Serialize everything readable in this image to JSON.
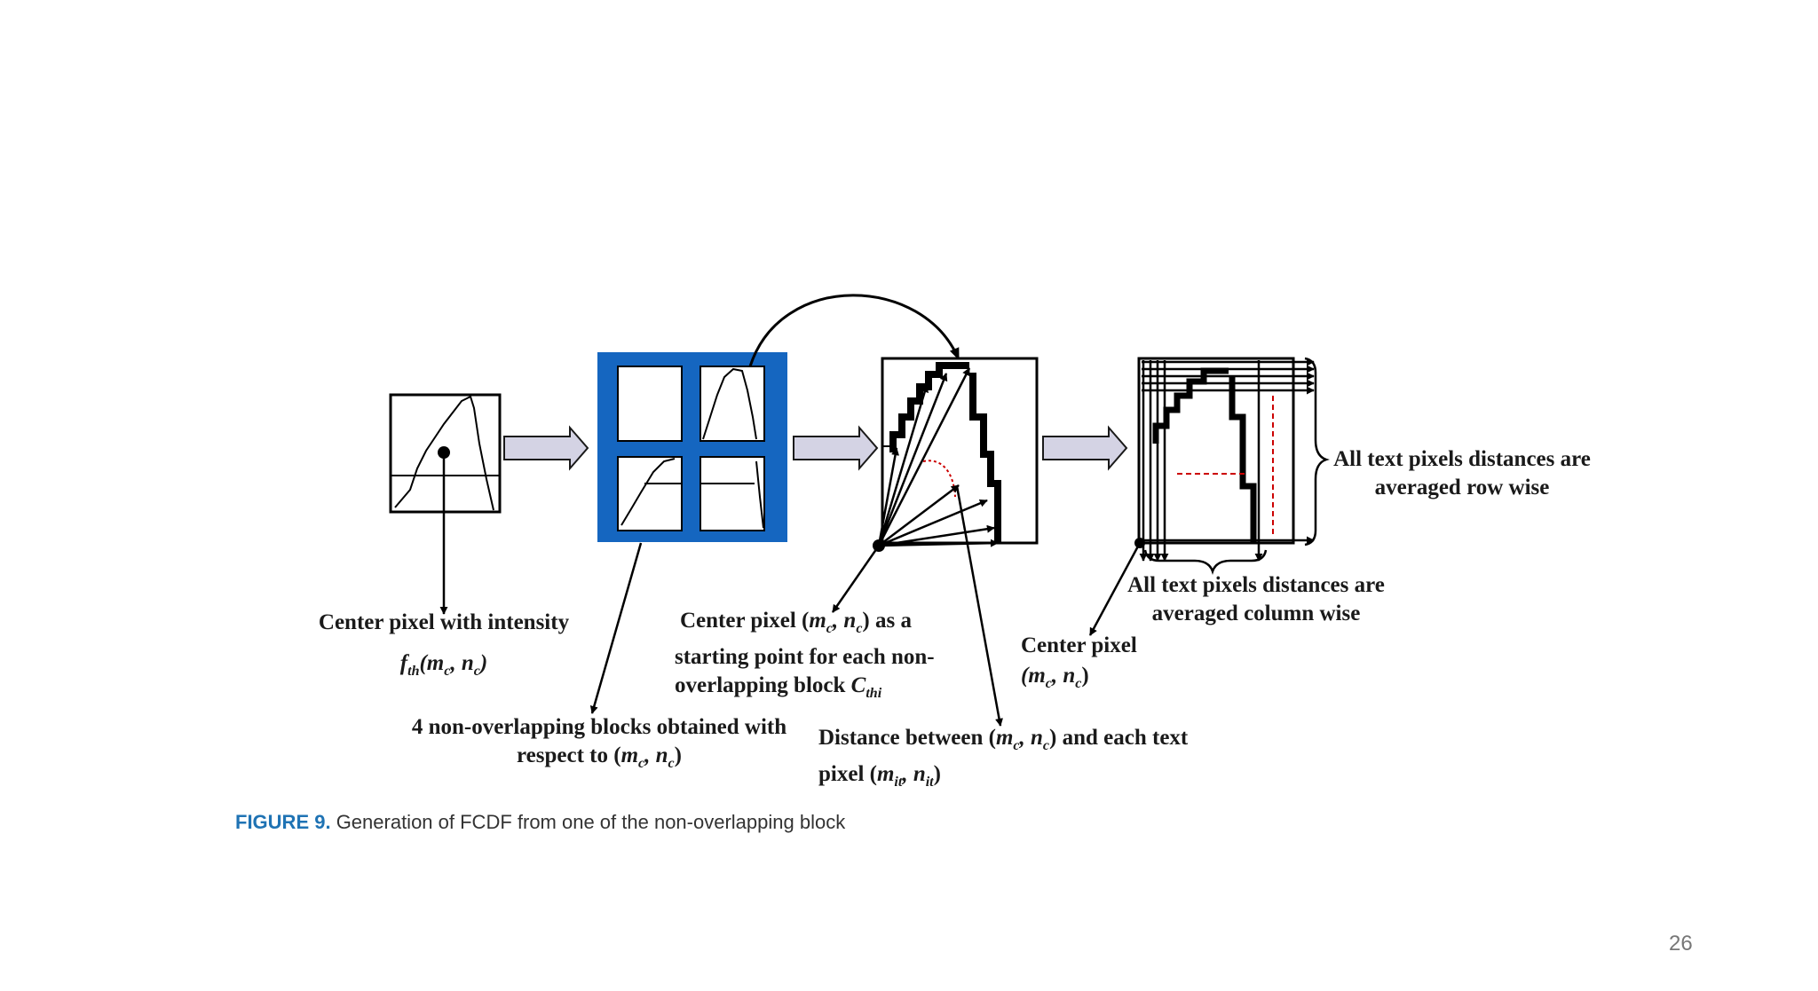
{
  "figure": {
    "caption_label": "FIGURE 9.",
    "caption_text": " Generation of FCDF from one of the non-overlapping block",
    "accent_color": "#1f73b4",
    "block_panel_color": "#1566c0"
  },
  "labels": {
    "center_intensity_line1": "Center pixel with intensity",
    "center_intensity_line2": "f",
    "four_blocks_line1": "4 non-overlapping blocks obtained with",
    "four_blocks_line2": "respect to (",
    "start_point_line1": "Center pixel (",
    "start_point_line1_tail": ") as a",
    "start_point_line2": "starting point for each non-",
    "start_point_line3": "overlapping block ",
    "distance_line1": "Distance between (",
    "distance_line1_tail": ") and each text",
    "distance_line2": "pixel (",
    "row_wise_line1": "All text pixels distances are",
    "row_wise_line2": "averaged row wise",
    "column_wise_line1": "All text pixels distances are",
    "column_wise_line2": "averaged column wise",
    "center_pixel_line1": "Center pixel"
  },
  "page": {
    "number": "26"
  }
}
